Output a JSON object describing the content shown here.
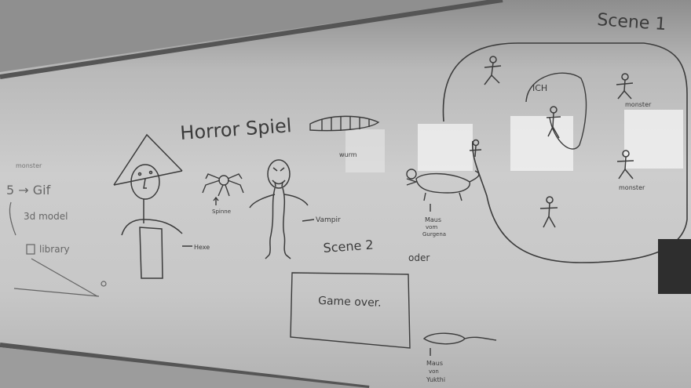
{
  "whiteboard": {
    "title": "Horror Spiel",
    "scene1_label": "Scene 1",
    "scene2_label": "Scene 2",
    "oder_label": "oder",
    "game_over_text": "Game over.",
    "hexe_label": "Hexe",
    "spinne_label": "Spinne",
    "vampir_label": "Vampir",
    "wurm_label": "wurm",
    "maus_1_label": [
      "Maus",
      "vom",
      "Gurgena"
    ],
    "maus_2_label": [
      "Maus",
      "von",
      "Yukthi"
    ],
    "ich_label": "ICH",
    "monster_label_1": "monster",
    "monster_label_2": "monster",
    "left_notes": {
      "line1": "monster",
      "line2": "5 → Gif",
      "line3": "3d model",
      "line4": "library"
    }
  },
  "colors": {
    "marker": "#3b3b3b",
    "board": "#c9c9c9",
    "frame": "#4a4a4a"
  }
}
